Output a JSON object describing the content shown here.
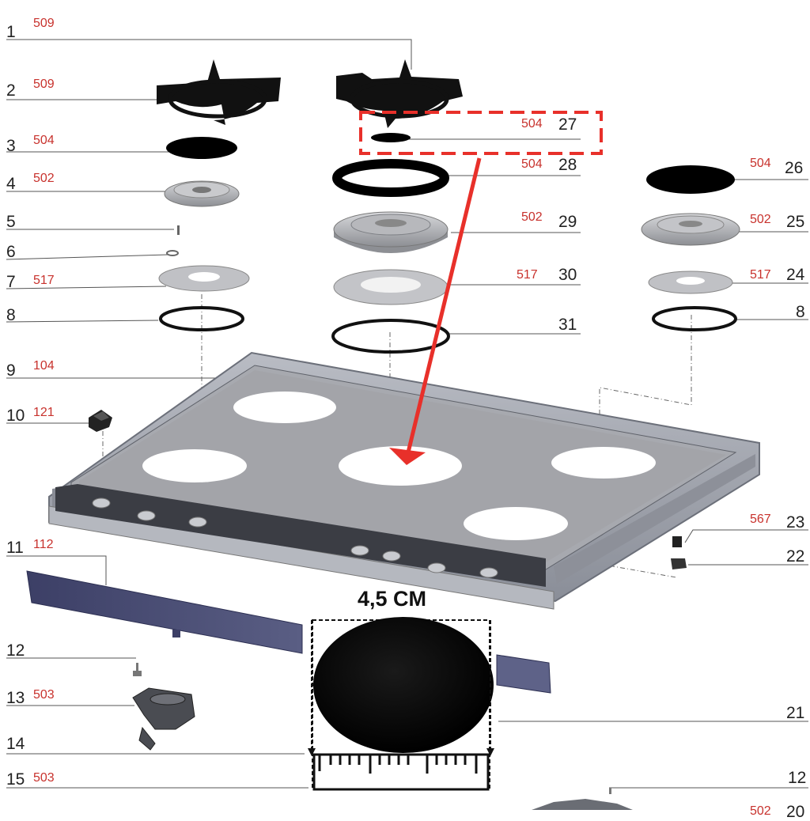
{
  "accent_color": "#e8302a",
  "code_color": "#c8322d",
  "left_labels": [
    {
      "num": "1",
      "code": "509"
    },
    {
      "num": "2",
      "code": "509"
    },
    {
      "num": "3",
      "code": "504"
    },
    {
      "num": "4",
      "code": "502"
    },
    {
      "num": "5",
      "code": ""
    },
    {
      "num": "6",
      "code": ""
    },
    {
      "num": "7",
      "code": "517"
    },
    {
      "num": "8",
      "code": ""
    },
    {
      "num": "9",
      "code": "104"
    },
    {
      "num": "10",
      "code": "121"
    },
    {
      "num": "11",
      "code": "112"
    },
    {
      "num": "12",
      "code": ""
    },
    {
      "num": "13",
      "code": "503"
    },
    {
      "num": "14",
      "code": ""
    },
    {
      "num": "15",
      "code": "503"
    }
  ],
  "center_labels": [
    {
      "num": "27",
      "code": "504"
    },
    {
      "num": "28",
      "code": "504"
    },
    {
      "num": "29",
      "code": "502"
    },
    {
      "num": "30",
      "code": "517"
    },
    {
      "num": "31",
      "code": ""
    }
  ],
  "right_labels": [
    {
      "num": "26",
      "code": "504"
    },
    {
      "num": "25",
      "code": "502"
    },
    {
      "num": "24",
      "code": "517"
    },
    {
      "num": "8",
      "code": ""
    },
    {
      "num": "23",
      "code": "567"
    },
    {
      "num": "22",
      "code": ""
    },
    {
      "num": "21",
      "code": ""
    },
    {
      "num": "12",
      "code": ""
    },
    {
      "num": "20",
      "code": "502"
    }
  ],
  "size_callout": {
    "label": "4,5 CM"
  }
}
